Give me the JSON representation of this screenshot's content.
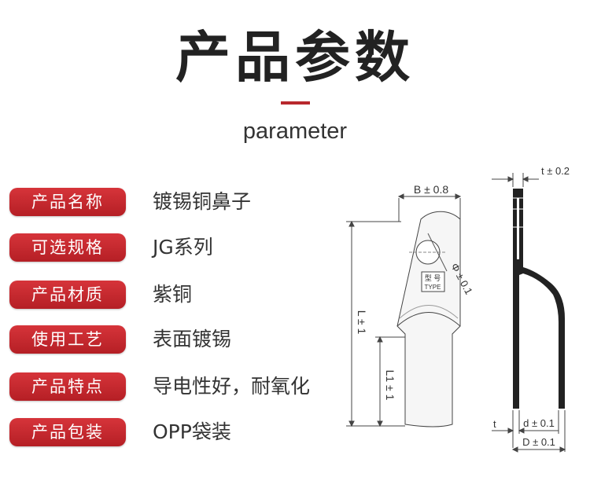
{
  "header": {
    "title": "产品参数",
    "subtitle": "parameter"
  },
  "params": [
    {
      "label": "产品名称",
      "value": "镀锡铜鼻子"
    },
    {
      "label": "可选规格",
      "value": "JG系列"
    },
    {
      "label": "产品材质",
      "value": "紫铜"
    },
    {
      "label": "使用工艺",
      "value": "表面镀锡"
    },
    {
      "label": "产品特点",
      "value": "导电性好，耐氧化"
    },
    {
      "label": "产品包装",
      "value": "OPP袋装"
    }
  ],
  "drawing": {
    "dim_b": "B ± 0.8",
    "dim_phi": "Φ ± 0.1",
    "dim_l": "L ± 1",
    "dim_l1": "L1 ± 1",
    "stamp_line1": "型 号",
    "stamp_line2": "TYPE",
    "dim_t_top": "t ± 0.2",
    "dim_t": "t",
    "dim_d": "d ± 0.1",
    "dim_D": "D ± 0.1"
  },
  "colors": {
    "accent": "#b8282d",
    "label_bg": "#c8282e",
    "text": "#333333"
  }
}
